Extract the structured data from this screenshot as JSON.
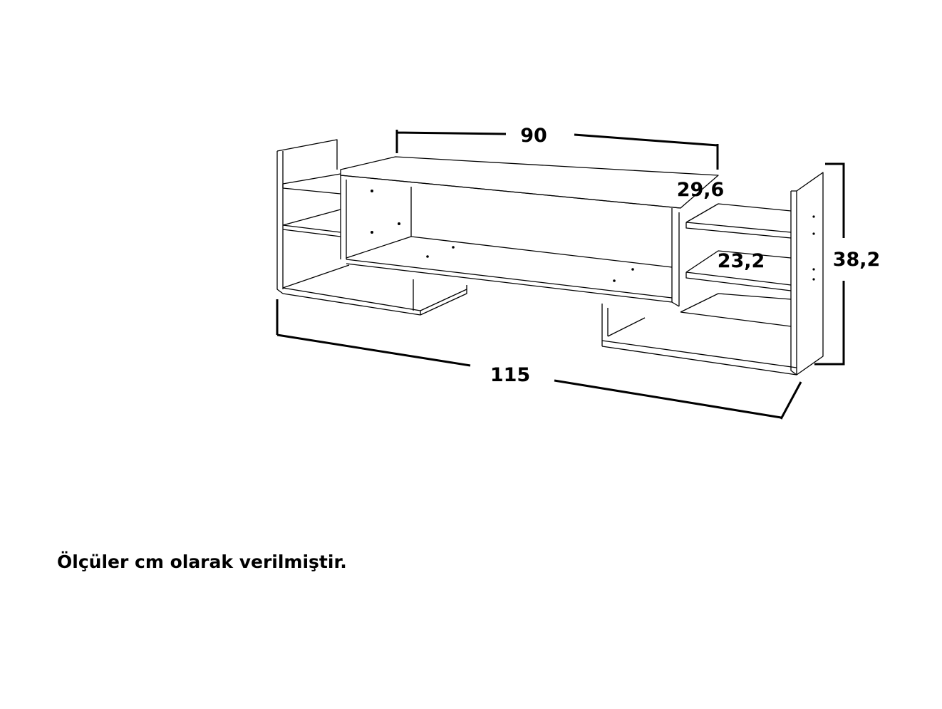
{
  "dimensions": {
    "top_width": "90",
    "depth": "29,6",
    "inner_height": "23,2",
    "total_height": "38,2",
    "total_width": "115"
  },
  "note": "Ölçüler cm olarak verilmiştir.",
  "colors": {
    "line": "#000000",
    "background": "#ffffff"
  }
}
